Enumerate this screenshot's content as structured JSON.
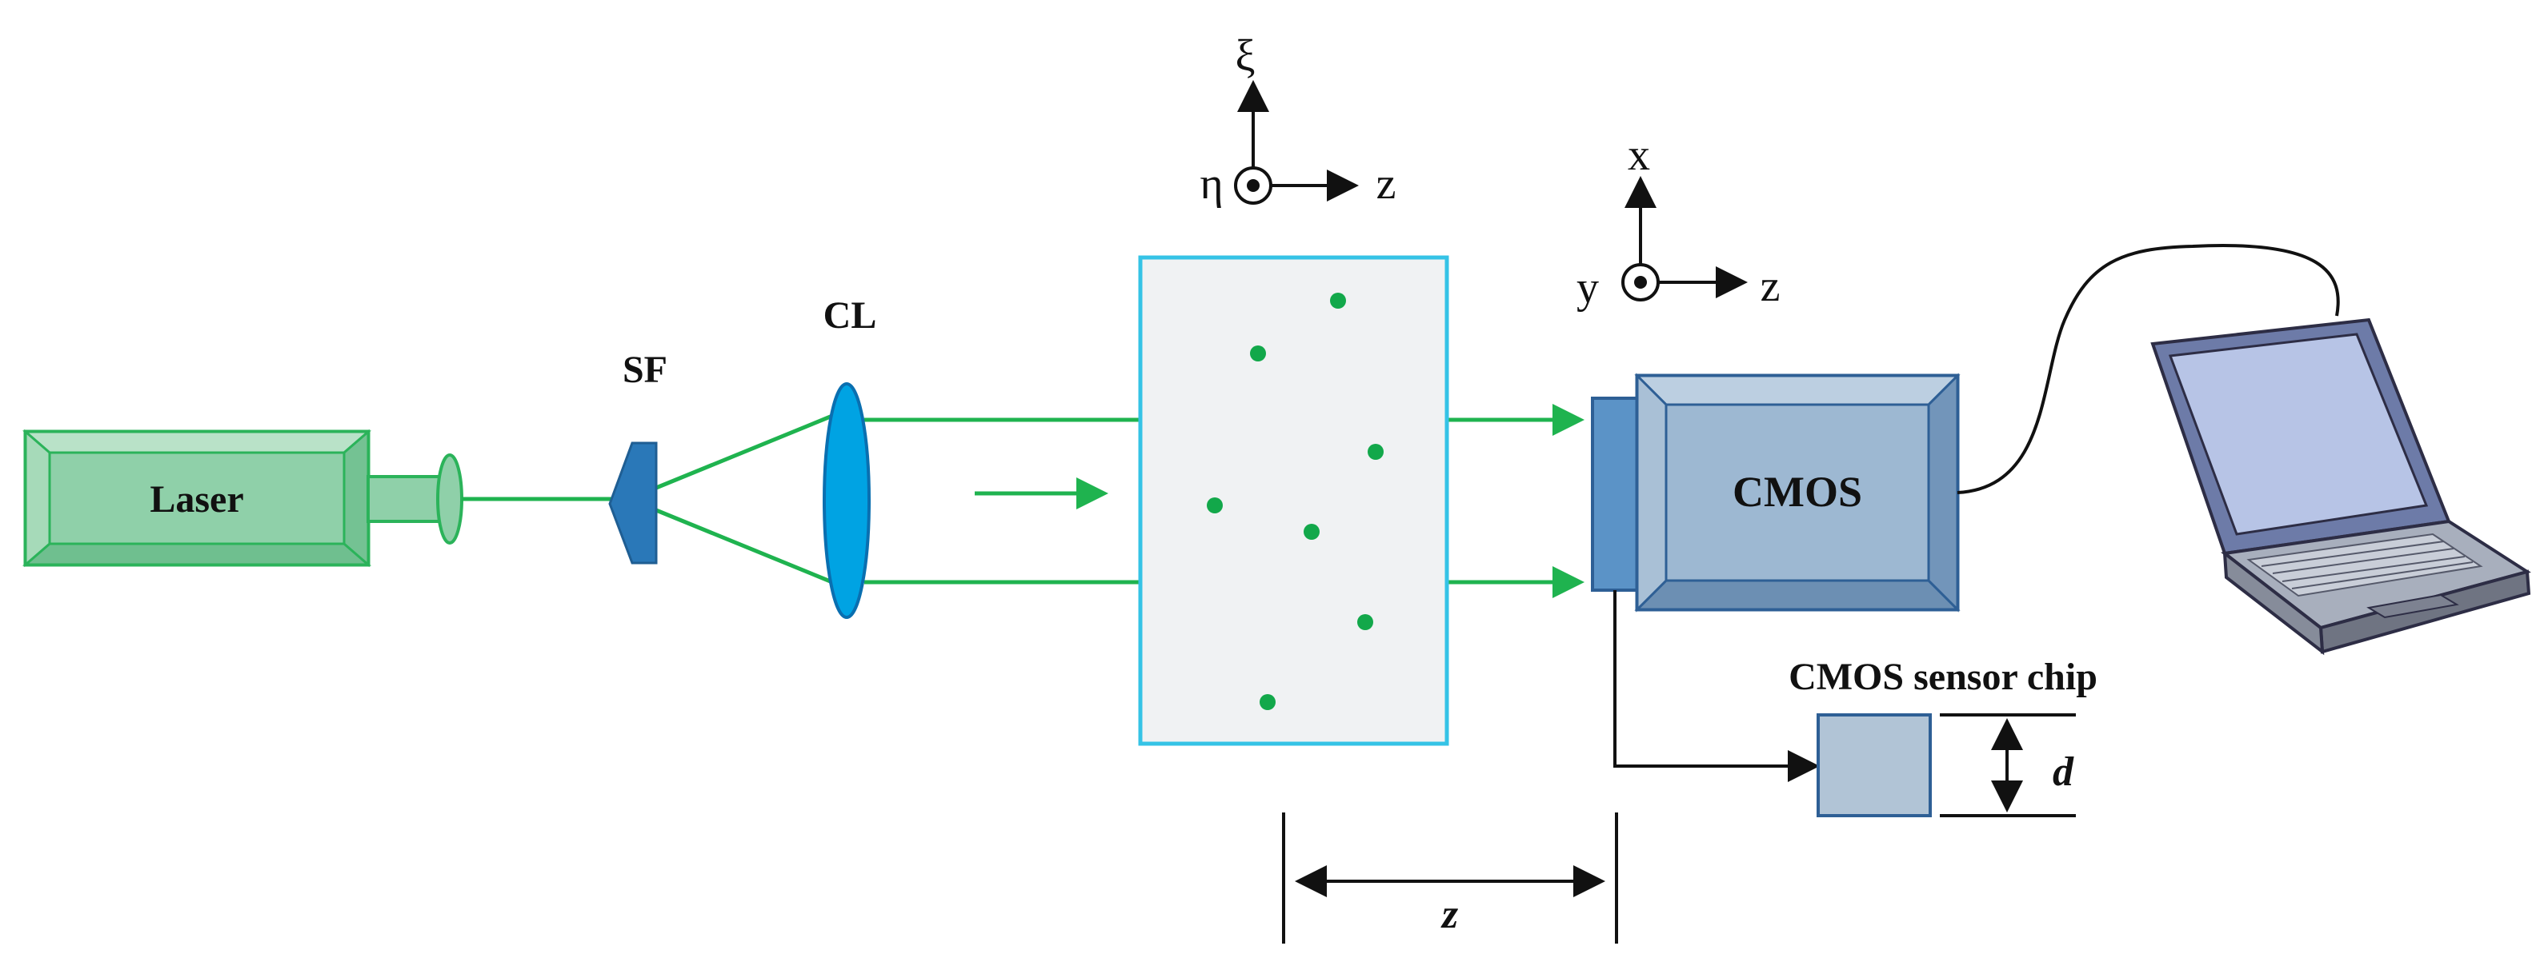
{
  "labels": {
    "laser": "Laser",
    "spatial_filter": "SF",
    "collimating_lens": "CL",
    "camera": "CMOS",
    "sensor_chip": "CMOS sensor chip",
    "chip_size": "d",
    "distance": "z"
  },
  "object_axes": {
    "vertical": "ξ",
    "out_of_plane": "η",
    "horizontal": "z"
  },
  "sensor_axes": {
    "vertical": "x",
    "out_of_plane": "y",
    "horizontal": "z"
  },
  "colors": {
    "beam": "#1fb34f",
    "laser_fill": "#8fd0a9",
    "laser_edge": "#2bb35a",
    "sf_fill": "#2a78b8",
    "lens_fill": "#00a3e3",
    "sample_border": "#35c3e6",
    "sample_fill": "#f0f2f3",
    "particle": "#12a84a",
    "camera_fill": "#8eacc8",
    "camera_edge": "#2e5f95",
    "chip_fill": "#b1c4d6"
  },
  "icons": [
    "laptop-icon",
    "out-of-plane-axis-icon"
  ]
}
